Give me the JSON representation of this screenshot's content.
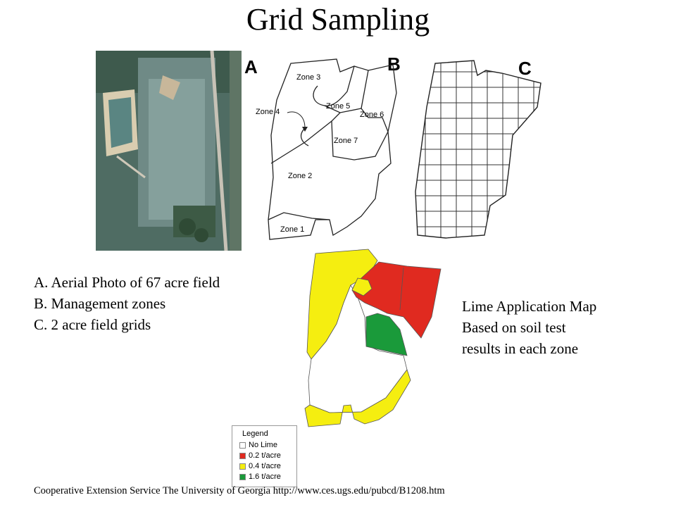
{
  "title": "Grid Sampling",
  "panels": {
    "a_letter": "A",
    "b_letter": "B",
    "c_letter": "C",
    "zones": [
      "Zone 3",
      "Zone 4",
      "Zone 5",
      "Zone 6",
      "Zone 7",
      "Zone 2",
      "Zone 1"
    ]
  },
  "captions": {
    "a": "A.  Aerial Photo of 67 acre field",
    "b": "B. Management zones",
    "c": "C. 2 acre field grids"
  },
  "lime_map": {
    "line1": "Lime Application Map",
    "line2": "Based on soil test",
    "line3": "results in each zone"
  },
  "legend": {
    "title": "Legend",
    "items": [
      {
        "label": "No Lime",
        "color": "#ffffff"
      },
      {
        "label": "0.2 t/acre",
        "color": "#e02a20"
      },
      {
        "label": "0.4 t/acre",
        "color": "#f5ee10"
      },
      {
        "label": "1.6 t/acre",
        "color": "#1a9a3a"
      }
    ]
  },
  "footer": "Cooperative Extension Service The University of Georgia http://www.ces.ugs.edu/pubcd/B1208.htm"
}
